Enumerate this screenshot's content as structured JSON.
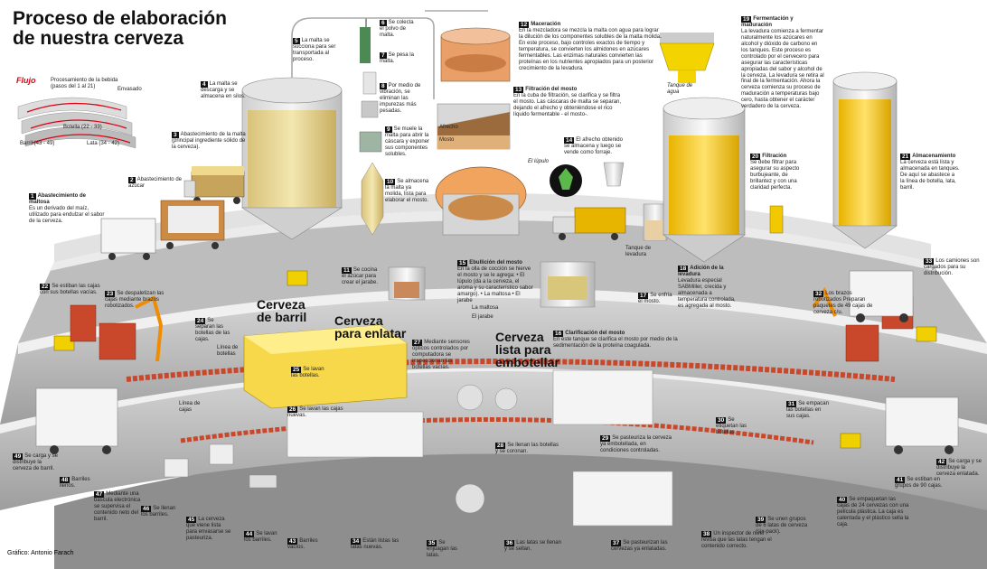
{
  "title_line1": "Proceso de elaboración",
  "title_line2": "de nuestra cerveza",
  "flow_title": "Flujo",
  "flow_labels": {
    "bebida": "Procesamiento de la bebida (pasos del 1 al 21)",
    "envasado": "Envasado",
    "botella": "Botella (22 - 33)",
    "barril": "Barril (43 - 49)",
    "lata": "Lata (34 - 42)"
  },
  "section_titles": {
    "barril": "Cerveza de barril",
    "enlatar": "Cerveza para enlatar",
    "embotellar": "Cerveza lista para embotellar"
  },
  "inline_labels": {
    "linea_botellas": "Línea de botellas",
    "linea_cajas": "Línea de cajas",
    "afrecho": "Afrecho",
    "mosto": "Mosto",
    "lupulo": "El lúpulo",
    "tanque_agua": "Tanque de agua",
    "tanque_levadura": "Tanque de levadura",
    "maltosa": "La maltosa",
    "jarabe": "El jarabe"
  },
  "credit": "Gráfico: Antonio Farach",
  "steps": [
    {
      "n": "1",
      "title": "Abastecimiento de maltosa",
      "text": "Es un derivado del maíz, utilizado para endulzar el sabor de la cerveza."
    },
    {
      "n": "2",
      "title": "",
      "text": "Abastecimiento de azúcar"
    },
    {
      "n": "3",
      "title": "",
      "text": "Abastecimiento de la malta (principal ingrediente sólido de la cerveza)."
    },
    {
      "n": "4",
      "title": "",
      "text": "La malta se descarga y se almacena en silos."
    },
    {
      "n": "5",
      "title": "",
      "text": "La malta se succiona para ser transportada al proceso."
    },
    {
      "n": "6",
      "title": "",
      "text": "Se colecta el polvo de malta."
    },
    {
      "n": "7",
      "title": "",
      "text": "Se pesa la malta."
    },
    {
      "n": "8",
      "title": "",
      "text": "Por medio de vibración, se eliminan las impurezas más pesadas."
    },
    {
      "n": "9",
      "title": "",
      "text": "Se muele la malta para abrir la cáscara y exponer sus componentes solubles."
    },
    {
      "n": "10",
      "title": "",
      "text": "Se almacena la malta ya molida, lista para elaborar el mosto."
    },
    {
      "n": "11",
      "title": "",
      "text": "Se cocina el azúcar para crear el jarabe."
    },
    {
      "n": "12",
      "title": "Maceración",
      "text": "En la mezcladora se mezcla la malta con agua para lograr la dilución de los componentes solubles de la malta molida. En este proceso, bajo controles exactos de tiempo y temperatura, se convierten los almidones en azúcares fermentables. Las enzimas naturales convierten las proteínas en los nutrientes apropiados para un posterior crecimiento de la levadura."
    },
    {
      "n": "13",
      "title": "Filtración del mosto",
      "text": "En la cuba de filtración, se clarifica y se filtra el mosto. Las cáscaras de malta se separan, dejando el afrecho y obteniéndose el rico líquido fermentable - el mosto-."
    },
    {
      "n": "14",
      "title": "",
      "text": "El afrecho obtenido se almacena y luego se vende como forraje."
    },
    {
      "n": "15",
      "title": "Ebullición del mosto",
      "text": "En la olla de cocción se hierve el mosto y se le agrega: • El lúpulo (da a la cerveza, el aroma y su característico sabor amargo). • La maltosa • El jarabe"
    },
    {
      "n": "16",
      "title": "Clarificación del mosto",
      "text": "En este tanque se clarifica el mosto por medio de la sedimentación de la proteína coagulada."
    },
    {
      "n": "17",
      "title": "",
      "text": "Se enfría el mosto."
    },
    {
      "n": "18",
      "title": "Adición de la levadura",
      "text": "Levadura especial SABMiller, crecida y almacenada a temperatura controlada, es agregada al mosto."
    },
    {
      "n": "19",
      "title": "Fermentación y maduración",
      "text": "La levadura comienza a fermentar naturalmente los azúcares en alcohol y dióxido de carbono en los tanques. Este proceso es controlado por el cervecero para asegurar las características apropiadas del sabor y alcohol de la cerveza. La levadura se retira al final de la fermentación. Ahora la cerveza comienza su proceso de maduración a temperaturas bajo cero, hasta obtener el carácter verdadero de la cerveza."
    },
    {
      "n": "20",
      "title": "Filtración",
      "text": "Se debe filtrar para asegurar su aspecto burbujeante, de brillantez y con una claridad perfecta."
    },
    {
      "n": "21",
      "title": "Almacenamiento",
      "text": "La cerveza está lista y almacenada en tanques. De aquí se abastece a la línea de botella, lata, barril."
    },
    {
      "n": "22",
      "title": "",
      "text": "Se estiban las cajas con sus botellas vacías."
    },
    {
      "n": "23",
      "title": "",
      "text": "Se despaletizan las cajas mediante brazos robotizados."
    },
    {
      "n": "24",
      "title": "",
      "text": "Se separan las botellas de las cajas."
    },
    {
      "n": "25",
      "title": "",
      "text": "Se lavan las botellas."
    },
    {
      "n": "26",
      "title": "",
      "text": "Se lavan las cajas nuevas."
    },
    {
      "n": "27",
      "title": "",
      "text": "Mediante sensores ópticos controlados por computadora se inspeccionan las botellas vacías."
    },
    {
      "n": "28",
      "title": "",
      "text": "Se llenan las botellas y se coronan."
    },
    {
      "n": "29",
      "title": "",
      "text": "Se pasteuriza la cerveza ya embotellada, en condiciones controladas."
    },
    {
      "n": "30",
      "title": "",
      "text": "Se etiquetan las botellas."
    },
    {
      "n": "31",
      "title": "",
      "text": "Se empacan las botellas en sus cajas."
    },
    {
      "n": "32",
      "title": "",
      "text": "Los brazos robotizados Preparan paquetes de 49 cajas de cerveza c/u."
    },
    {
      "n": "33",
      "title": "",
      "text": "Los camiones son cargados para su distribución."
    },
    {
      "n": "34",
      "title": "",
      "text": "Están listas las latas nuevas."
    },
    {
      "n": "35",
      "title": "",
      "text": "Se enjuagan las latas."
    },
    {
      "n": "36",
      "title": "",
      "text": "Las latas se llenan y se sellan."
    },
    {
      "n": "37",
      "title": "",
      "text": "Se pasteurizan las cervezas ya enlatadas."
    },
    {
      "n": "38",
      "title": "",
      "text": "Un inspector de nivel revisa que las latas tengan el contenido correcto."
    },
    {
      "n": "39",
      "title": "",
      "text": "Se unen grupos de 6 latas de cerveza (six-pack)."
    },
    {
      "n": "40",
      "title": "",
      "text": "Se empaquetan las cajas de 24 cervezas con una película plástica. La caja es calentada y el plástico sella la caja."
    },
    {
      "n": "41",
      "title": "",
      "text": "Se estiban en grupos de 90 cajas."
    },
    {
      "n": "42",
      "title": "",
      "text": "Se carga y se distribuye la cerveza enlatada."
    },
    {
      "n": "43",
      "title": "",
      "text": "Barriles vacíos."
    },
    {
      "n": "44",
      "title": "",
      "text": "Se lavan los barriles."
    },
    {
      "n": "45",
      "title": "",
      "text": "La cerveza que viene lista para envasarse se pasteuriza."
    },
    {
      "n": "46",
      "title": "",
      "text": "Se llenan los barriles."
    },
    {
      "n": "47",
      "title": "",
      "text": "Mediante una báscula electrónica se supervisa el contenido neto del barril."
    },
    {
      "n": "48",
      "title": "",
      "text": "Barriles llenos."
    },
    {
      "n": "49",
      "title": "",
      "text": "Se carga y se distribuye la cerveza de barril."
    }
  ]
}
